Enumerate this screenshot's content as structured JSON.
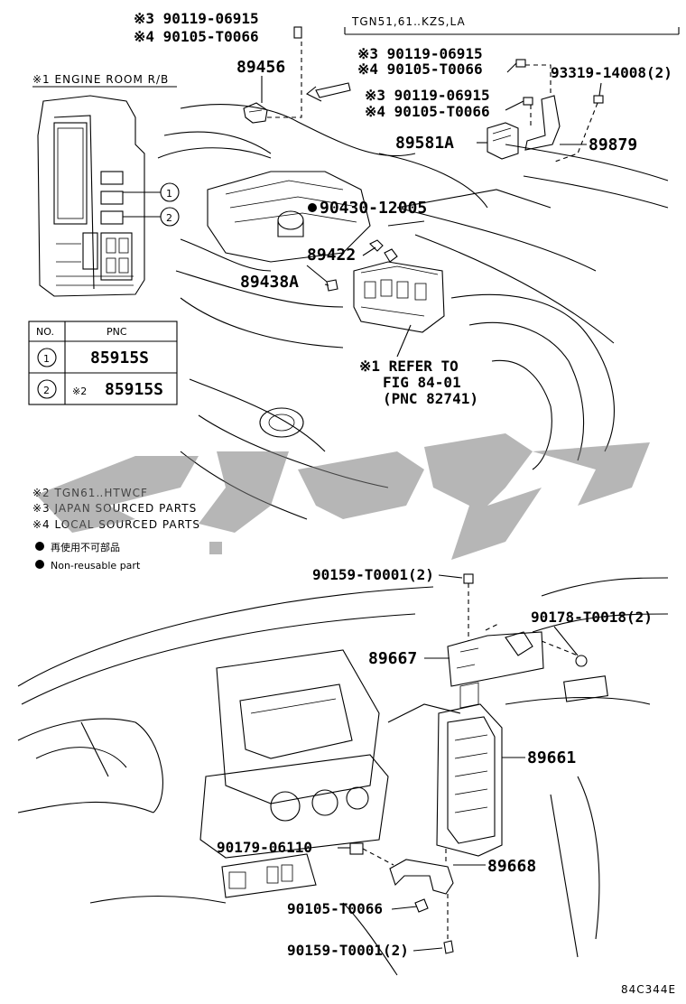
{
  "variant_header": "TGN51,61‥KZS,LA",
  "engine_room_label": "※1 ENGINE ROOM R/B",
  "parts": {
    "p1a": "※3 90119-06915",
    "p1b": "※4 90105-T0066",
    "p2": "89456",
    "p3a": "※3 90119-06915",
    "p3b": "※4 90105-T0066",
    "p4": "93319-14008(2)",
    "p5a": "※3 90119-06915",
    "p5b": "※4 90105-T0066",
    "p6": "89581A",
    "p7": "89879",
    "p8": "90430-12005",
    "p9": "89422",
    "p10": "89438A",
    "refer1": "※1  REFER TO",
    "refer2": "FIG 84-01",
    "refer3": "(PNC 82741)",
    "p11": "90159-T0001(2)",
    "p12": "90178-T0018(2)",
    "p13": "89667",
    "p14": "89661",
    "p15": "90179-06110",
    "p16": "89668",
    "p17": "90105-T0066",
    "p18": "90159-T0001(2)"
  },
  "callouts": [
    "1",
    "2"
  ],
  "pnc_table": {
    "headers": [
      "NO.",
      "PNC"
    ],
    "rows": [
      {
        "no": "1",
        "note": "",
        "pnc": "85915S"
      },
      {
        "no": "2",
        "note": "※2",
        "pnc": "85915S"
      }
    ]
  },
  "notes": [
    "※2 TGN61‥HTWCF",
    "※3 JAPAN SOURCED PARTS",
    "※4 LOCAL SOURCED PARTS"
  ],
  "legend": [
    "再使用不可部品",
    "Non-reusable part"
  ],
  "figure_code": "84C344E",
  "colors": {
    "line": "#000000",
    "watermark": "#7a7a7a"
  }
}
